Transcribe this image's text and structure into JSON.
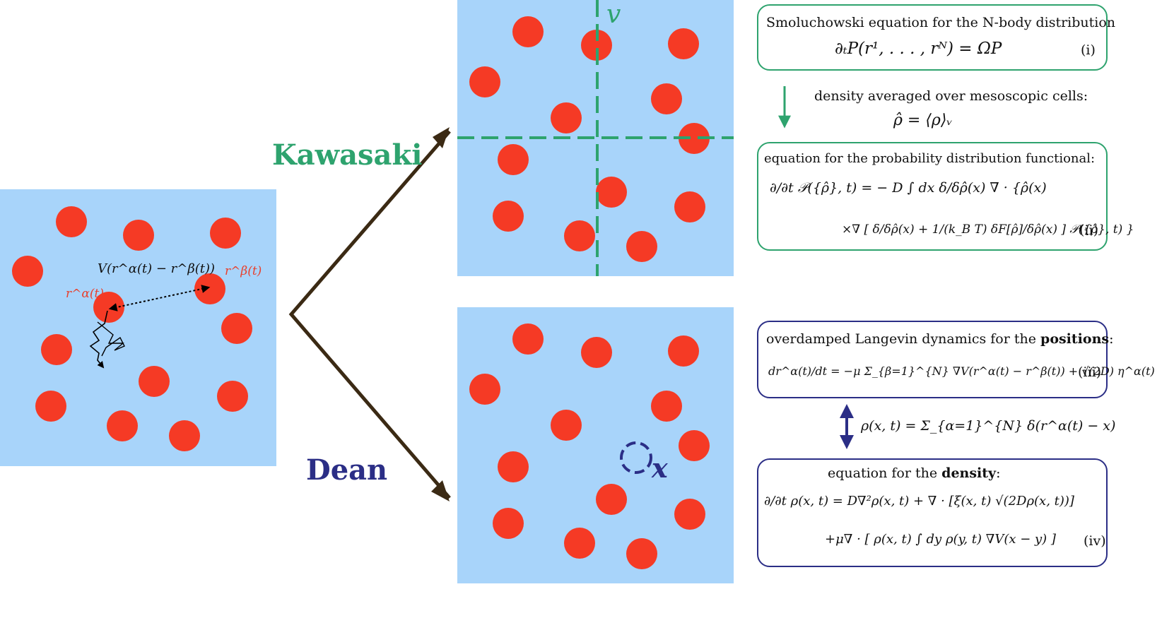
{
  "colors": {
    "panel": "#a8d4fa",
    "particle": "#f53a25",
    "kawasaki": "#2ea36e",
    "dean": "#2b2e86",
    "arrow": "#3b2a14"
  },
  "left_panel": {
    "pair_potential": "V(r^α(t) − r^β(t))",
    "r_alpha": "r^α(t)",
    "r_beta": "r^β(t)"
  },
  "methods": {
    "kawasaki": "Kawasaki",
    "dean": "Dean"
  },
  "top_panel": {
    "cell_label": "v"
  },
  "bottom_panel": {
    "point_label": "x"
  },
  "kawasaki_boxes": {
    "smoluchowski_title": "Smoluchowski equation for the N-body distribution",
    "smoluchowski_eq": "∂ₜP(r¹, . . . , rᴺ) = ΩP",
    "smoluchowski_tag": "(i)",
    "arrow_caption": "density averaged over mesoscopic cells:",
    "arrow_eq": "ρ̂ = ⟨ρ⟩ᵥ",
    "functional_title": "equation for the probability distribution functional:",
    "functional_eq_line1": "∂/∂t 𝒫({ρ̂}, t) = − D ∫ dx δ/δρ̂(x) ∇ · {ρ̂(x)",
    "functional_eq_line2": "×∇ [ δ/δρ̂(x) + 1/(k_B T) δF[ρ̂]/δρ̂(x) ] 𝒫({ρ̂}, t) }",
    "functional_tag": "(ii)"
  },
  "dean_boxes": {
    "langevin_title_prefix": "overdamped Langevin dynamics for the ",
    "langevin_title_bold": "positions",
    "langevin_title_suffix": ":",
    "langevin_eq": "dr^α(t)/dt = −μ Σ_{β=1}^{N} ∇V(r^α(t) − r^β(t)) + √(2D) η^α(t)",
    "langevin_tag": "(iii)",
    "density_def": "ρ(x, t) = Σ_{α=1}^{N} δ(r^α(t) − x)",
    "density_title_prefix": "equation for the ",
    "density_title_bold": "density",
    "density_title_suffix": ":",
    "density_eq_line1": "∂/∂t ρ(x, t) = D∇²ρ(x, t) + ∇ · [ξ(x, t) √(2Dρ(x, t))]",
    "density_eq_line2": "+μ∇ · [ ρ(x, t) ∫ dy ρ(y, t) ∇V(x − y) ]",
    "density_tag": "(iv)"
  }
}
